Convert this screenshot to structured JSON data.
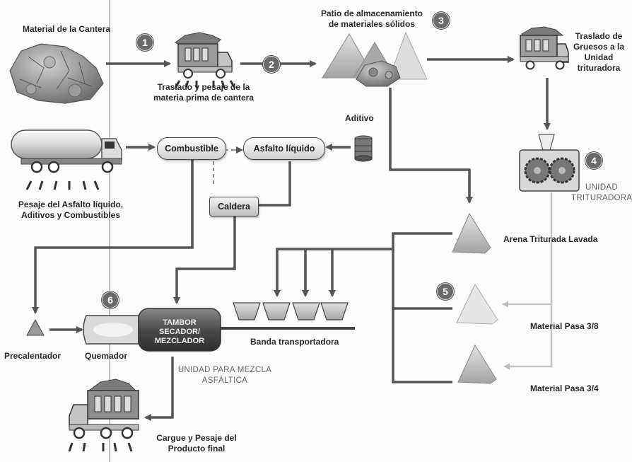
{
  "labels": {
    "quarry_material": "Material de la Cantera",
    "transport_raw_1": "Traslado y pesaje de la",
    "transport_raw_2": "materia prima de cantera",
    "storage_1": "Patio de almacenamiento",
    "storage_2": "de materiales sólidos",
    "transfer_1": "Traslado de",
    "transfer_2": "Gruesos a la",
    "transfer_3": "Unidad",
    "transfer_4": "trituradora",
    "weigh_1": "Pesaje del Asfalto líquido,",
    "weigh_2": "Aditivos y Combustibles",
    "additive": "Aditivo",
    "crushing_unit_1": "UNIDAD",
    "crushing_unit_2": "TRITURADORA",
    "washed_sand": "Arena Triturada Lavada",
    "mat_38": "Material Pasa 3/8",
    "mat_34": "Material Pasa 3/4",
    "conveyor": "Banda transportadora",
    "mixing_unit_1": "UNIDAD PARA MEZCLA",
    "mixing_unit_2": "ASFÁLTICA",
    "preheater": "Precalentador",
    "burner": "Quemador",
    "load_1": "Cargue y Pesaje del",
    "load_2": "Producto final"
  },
  "nodes": {
    "fuel": "Combustible",
    "liquid_asphalt": "Asfalto líquido",
    "boiler": "Caldera",
    "drum_1": "TAMBOR SECADOR/",
    "drum_2": "MEZCLADOR"
  },
  "steps": [
    "1",
    "2",
    "3",
    "4",
    "5",
    "6"
  ],
  "colors": {
    "line": "#555555",
    "sand": "#b8b8b8",
    "rock": "#8a8a8a",
    "truck": "#9a9a9a"
  }
}
